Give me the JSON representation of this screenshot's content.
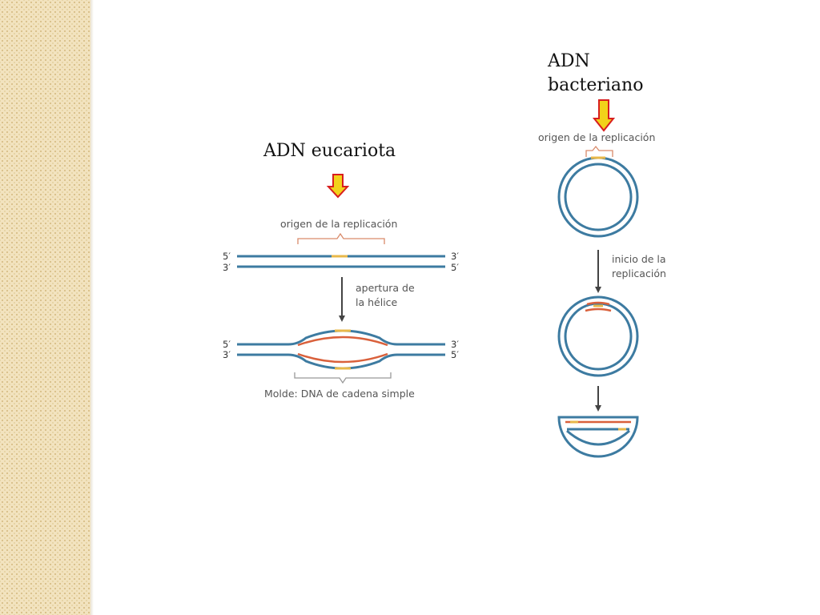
{
  "colors": {
    "strand_blue": "#3d7ba1",
    "new_strand_red": "#d9603b",
    "origin_yellow": "#e8b84a",
    "arrow_fill": "#f2d21a",
    "arrow_outline": "#d81e1e",
    "side_band": "#f2e3bf"
  },
  "eukaryote": {
    "title": "ADN eucariota",
    "origin_label": "origen de la replicación",
    "step_label_line1": "apertura de",
    "step_label_line2": "la hélice",
    "template_label": "Molde: DNA de cadena simple",
    "end_5": "5′",
    "end_3": "3′"
  },
  "bacterial": {
    "title": "ADN bacteriano",
    "origin_label": "origen de la replicación",
    "step_label_line1": "inicio de la",
    "step_label_line2": "replicación"
  }
}
